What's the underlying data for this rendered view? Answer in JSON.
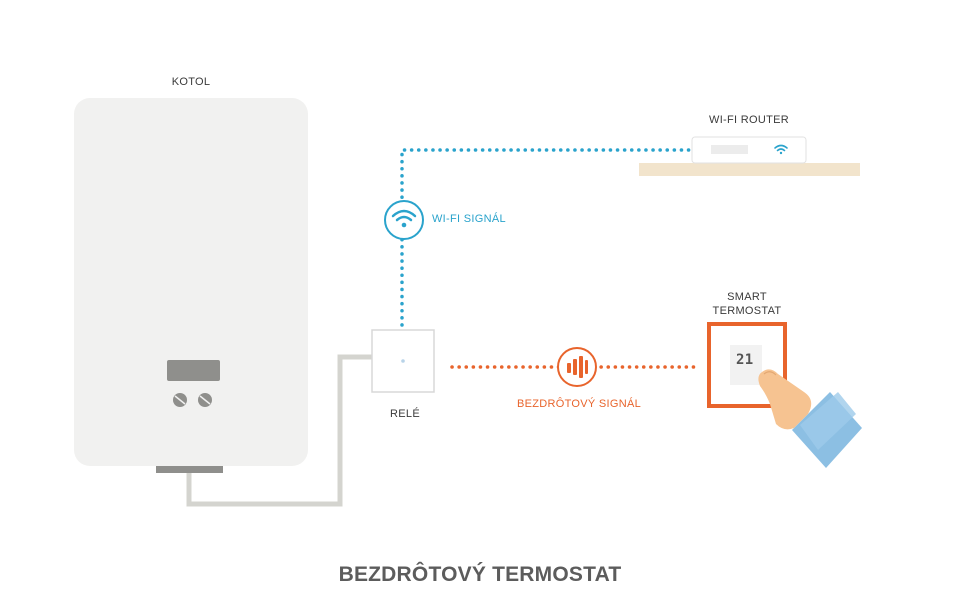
{
  "labels": {
    "boiler": "KOTOL",
    "router": "WI-FI ROUTER",
    "wifi_signal": "WI-FI SIGNÁL",
    "relay": "RELÉ",
    "wireless_signal": "BEZDRÔTOVÝ SIGNÁL",
    "thermostat_line1": "SMART",
    "thermostat_line2": "TERMOSTAT",
    "thermostat_display": "21",
    "caption": "BEZDRÔTOVÝ TERMOSTAT"
  },
  "icons": {
    "wifi_signal": "wifi-icon",
    "wireless_signal": "wireless-signal-icon",
    "router_wifi": "wifi-icon",
    "hand": "hand-icon"
  },
  "colors": {
    "wifi_line": "#2aa3cc",
    "wireless_line": "#e8642c",
    "wire": "#d4d4cf",
    "boiler_body": "#f1f1f0",
    "shelf": "#f2e4cc",
    "thermostat_frame": "#e8642c",
    "caption_text": "#5c5c5c"
  }
}
